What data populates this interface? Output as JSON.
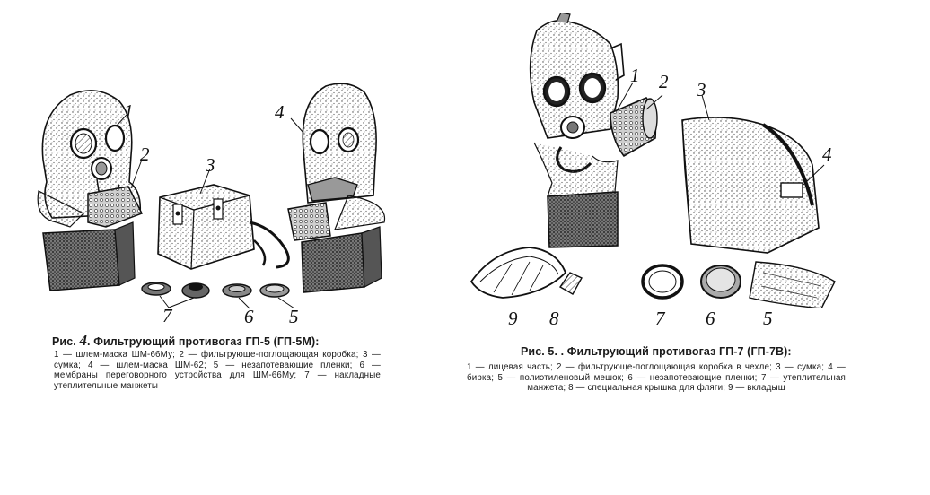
{
  "figure4": {
    "labels": [
      "1",
      "2",
      "3",
      "4",
      "7",
      "6",
      "5"
    ],
    "caption_prefix": "Рис.",
    "caption_number": "4",
    "caption_title": ". Фильтрующий противогаз ГП-5 (ГП-5М):",
    "caption_text": "1 — шлем-маска ШМ-66Му; 2 — фильтрующе-поглощающая коробка; 3 — сумка; 4 — шлем-маска ШМ-62; 5 — незапотевающие пленки; 6 — мембраны переговорного устройства для ШМ-66Му; 7 — накладные утеплительные манжеты"
  },
  "figure5": {
    "labels": [
      "1",
      "2",
      "3",
      "4",
      "9",
      "8",
      "7",
      "6",
      "5"
    ],
    "caption_prefix": "Рис. 5.",
    "caption_title": ". Фильтрующий противогаз ГП-7 (ГП-7В):",
    "caption_text": "1 — лицевая часть; 2 — фильтрующе-поглощающая коробка в чехле; 3 — сумка; 4 — бирка; 5 — полиэтиленовый мешок; 6 — незапотевающие пленки; 7 — утеплительная манжета; 8 — специальная крышка для фляги; 9 — вкладыш"
  }
}
